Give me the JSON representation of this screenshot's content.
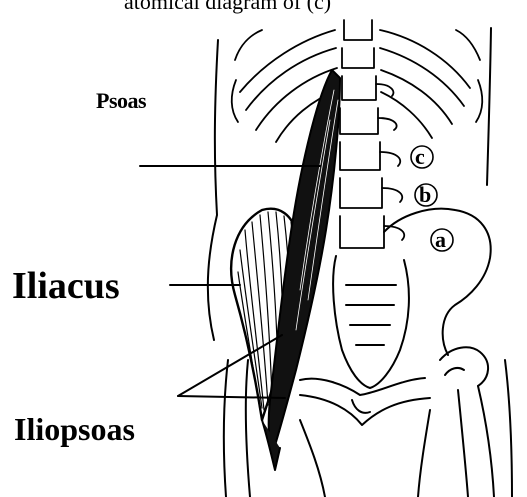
{
  "caption": {
    "partial_text": "atomical diagram  of  (c)"
  },
  "labels": {
    "psoas": "Psoas",
    "iliacus": "Iliacus",
    "iliopsoas": "Iliopsoas"
  },
  "markers": {
    "a": "a",
    "b": "b",
    "c": "c"
  },
  "colors": {
    "ink": "#000000",
    "paper": "#ffffff"
  }
}
